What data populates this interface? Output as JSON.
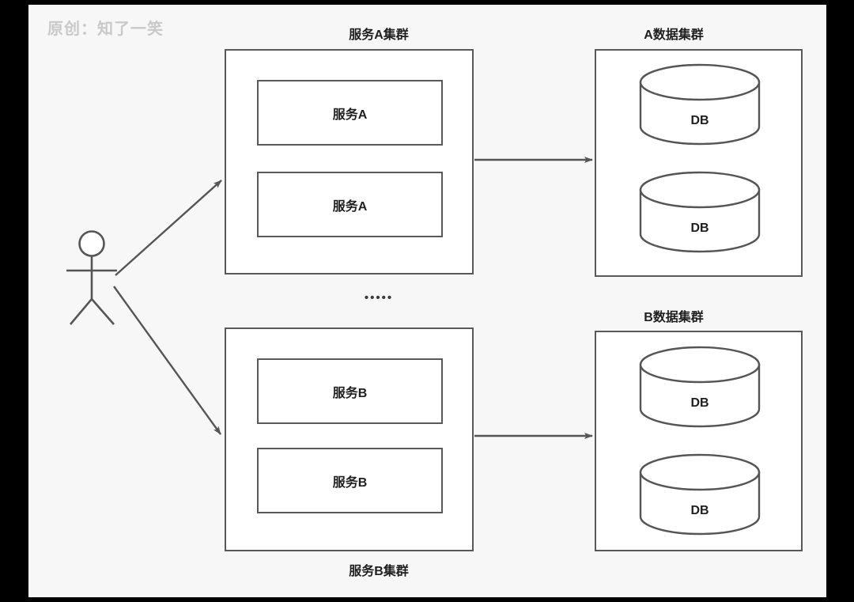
{
  "watermark": {
    "text": "原创：知了一笑"
  },
  "canvas": {
    "background_color": "#f7f7f7",
    "frame_color": "#000000",
    "line_color": "#595959",
    "text_color": "#1f1f1f"
  },
  "actor": {
    "name": "user-actor",
    "label": ""
  },
  "clusters": [
    {
      "id": "service-a-cluster",
      "title": "服务A集群",
      "title_position": "above",
      "nodes": [
        {
          "id": "service-a-1",
          "label": "服务A"
        },
        {
          "id": "service-a-2",
          "label": "服务A"
        }
      ]
    },
    {
      "id": "data-a-cluster",
      "title": "A数据集群",
      "title_position": "above",
      "nodes": [
        {
          "id": "db-a-1",
          "label": "DB"
        },
        {
          "id": "db-a-2",
          "label": "DB"
        }
      ]
    },
    {
      "id": "service-b-cluster",
      "title": "服务B集群",
      "title_position": "below",
      "nodes": [
        {
          "id": "service-b-1",
          "label": "服务B"
        },
        {
          "id": "service-b-2",
          "label": "服务B"
        }
      ]
    },
    {
      "id": "data-b-cluster",
      "title": "B数据集群",
      "title_position": "above",
      "nodes": [
        {
          "id": "db-b-1",
          "label": "DB"
        },
        {
          "id": "db-b-2",
          "label": "DB"
        }
      ]
    }
  ],
  "separator": {
    "text": "•••••"
  },
  "connections": [
    {
      "from": "user-actor",
      "to": "service-a-cluster",
      "style": "arrow"
    },
    {
      "from": "user-actor",
      "to": "service-b-cluster",
      "style": "arrow"
    },
    {
      "from": "service-a-cluster",
      "to": "data-a-cluster",
      "style": "arrow"
    },
    {
      "from": "service-b-cluster",
      "to": "data-b-cluster",
      "style": "arrow"
    }
  ]
}
